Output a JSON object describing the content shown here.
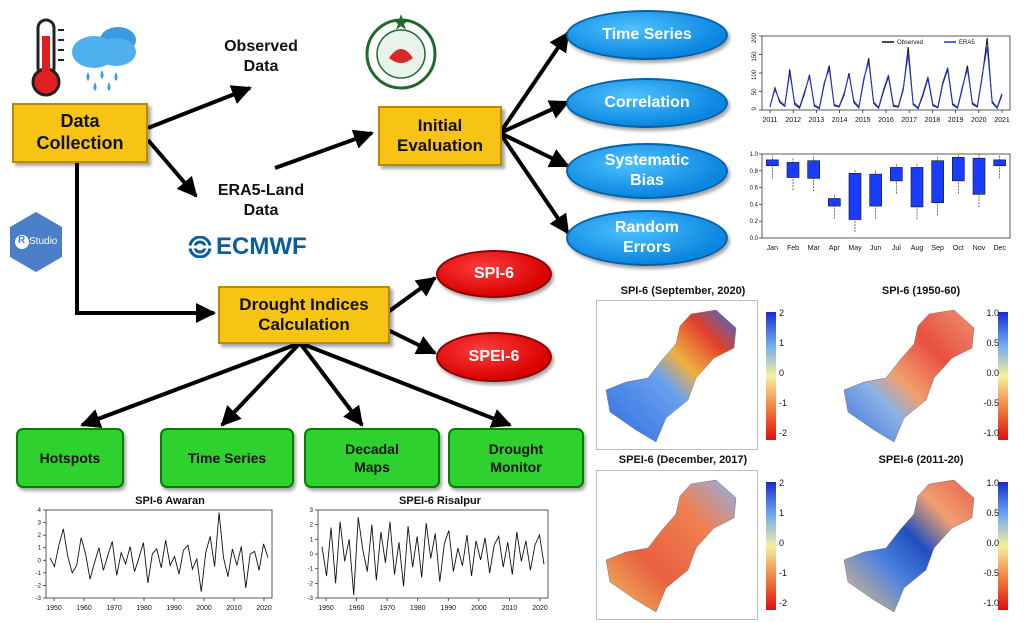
{
  "nodes": {
    "data_collection": "Data Collection",
    "observed": "Observed Data",
    "era5": "ERA5-Land Data",
    "initial": "Initial Evaluation",
    "drought": "Drought Indices Calculation",
    "time_series": "Time Series",
    "correlation": "Correlation",
    "systematic": "Systematic Bias",
    "random": "Random Errors",
    "spi6": "SPI-6",
    "spei6": "SPEI-6",
    "hotspots": "Hotspots",
    "ts_out": "Time Series",
    "decadal": "Decadal Maps",
    "monitor": "Drought Monitor"
  },
  "logos": {
    "ecmwf": "ECMWF",
    "rstudio_r": "R",
    "rstudio": "Studio"
  },
  "colors": {
    "yellow": "#f7c315",
    "green": "#1fa843",
    "blue": "#0a86e0",
    "red": "#d90000",
    "box_green": "#2fd12f"
  },
  "maps": [
    {
      "title": "SPI-6 (September, 2020)",
      "legend": [
        "2",
        "1",
        "0",
        "-1",
        "-2"
      ]
    },
    {
      "title": "SPI-6 (1950-60)",
      "legend": [
        "1.0",
        "0.5",
        "0.0",
        "-0.5",
        "-1.0"
      ]
    },
    {
      "title": "SPEI-6 (December, 2017)",
      "legend": [
        "2",
        "1",
        "0",
        "-1",
        "-2"
      ]
    },
    {
      "title": "SPEI-6 (2011-20)",
      "legend": [
        "1.0",
        "0.5",
        "0.0",
        "-0.5",
        "-1.0"
      ]
    }
  ],
  "chart_data": [
    {
      "type": "line",
      "legend": [
        "Observed",
        "ERA5"
      ],
      "x_ticks": [
        "2011",
        "2012",
        "2013",
        "2014",
        "2015",
        "2016",
        "2017",
        "2018",
        "2019",
        "2020",
        "2021"
      ],
      "y_ticks": [
        "0",
        "50",
        "100",
        "150",
        "200"
      ],
      "ylim": [
        0,
        200
      ],
      "series": [
        {
          "name": "Observed",
          "values": [
            8,
            60,
            20,
            10,
            110,
            15,
            5,
            45,
            95,
            10,
            4,
            70,
            120,
            12,
            8,
            40,
            100,
            20,
            6,
            80,
            140,
            18,
            5,
            50,
            90,
            10,
            8,
            55,
            170,
            15,
            4,
            40,
            85,
            12,
            6,
            70,
            110,
            14,
            5,
            60,
            120,
            16,
            8,
            90,
            195,
            20,
            5,
            40
          ]
        },
        {
          "name": "ERA5",
          "values": [
            10,
            55,
            25,
            12,
            100,
            20,
            8,
            50,
            90,
            14,
            6,
            75,
            110,
            15,
            10,
            45,
            95,
            25,
            8,
            85,
            130,
            22,
            7,
            55,
            95,
            14,
            10,
            60,
            150,
            18,
            6,
            45,
            90,
            15,
            8,
            75,
            115,
            18,
            7,
            65,
            110,
            20,
            10,
            95,
            170,
            24,
            7,
            45
          ]
        }
      ]
    },
    {
      "type": "bar",
      "categories": [
        "Jan",
        "Feb",
        "Mar",
        "Apr",
        "May",
        "Jun",
        "Jul",
        "Aug",
        "Sep",
        "Oct",
        "Nov",
        "Dec"
      ],
      "y_ticks": [
        "0.0",
        "0.2",
        "0.4",
        "0.6",
        "0.8",
        "1.0"
      ],
      "ylim": [
        0,
        1
      ],
      "series": [
        {
          "name": "q1",
          "values": [
            0.86,
            0.72,
            0.71,
            0.38,
            0.22,
            0.38,
            0.68,
            0.37,
            0.42,
            0.68,
            0.52,
            0.86
          ]
        },
        {
          "name": "q3",
          "values": [
            0.93,
            0.9,
            0.92,
            0.47,
            0.77,
            0.76,
            0.84,
            0.84,
            0.92,
            0.96,
            0.95,
            0.93
          ]
        }
      ]
    },
    {
      "type": "line",
      "title": "SPI-6 Awaran",
      "x_ticks": [
        "1950",
        "1960",
        "1970",
        "1980",
        "1990",
        "2000",
        "2010",
        "2020"
      ],
      "y_ticks": [
        "-3",
        "-2",
        "-1",
        "0",
        "1",
        "2",
        "3",
        "4"
      ],
      "ylim": [
        -3,
        4
      ],
      "series": [
        {
          "values": [
            0.2,
            -0.5,
            1.2,
            2.5,
            0.3,
            -1,
            -0.4,
            1.8,
            0.5,
            -1.5,
            -0.2,
            1,
            -0.8,
            0.4,
            1.5,
            -1.2,
            0.6,
            -0.3,
            1.1,
            -0.9,
            0.2,
            1.4,
            -1.8,
            0.5,
            0.9,
            -0.6,
            1.6,
            -0.4,
            0.3,
            -1.1,
            0.8,
            1.2,
            -0.7,
            0.1,
            -2.5,
            0.6,
            1.9,
            -0.5,
            3.8,
            0.2,
            -1.3,
            0.9,
            -0.4,
            1.1,
            -2.2,
            0.5,
            0.7,
            -0.8,
            1.3,
            0.2
          ]
        }
      ]
    },
    {
      "type": "line",
      "title": "SPEI-6 Risalpur",
      "x_ticks": [
        "1950",
        "1960",
        "1970",
        "1980",
        "1990",
        "2000",
        "2010",
        "2020"
      ],
      "y_ticks": [
        "-3",
        "-2",
        "-1",
        "0",
        "1",
        "2",
        "3"
      ],
      "ylim": [
        -3,
        3
      ],
      "series": [
        {
          "values": [
            0.5,
            -1.5,
            1.8,
            -2,
            2.2,
            -0.5,
            1,
            -2.8,
            2.5,
            0.3,
            -1.2,
            2,
            -1.8,
            1.5,
            -0.6,
            2.2,
            -1.4,
            0.8,
            -2.2,
            1.9,
            -0.9,
            1.2,
            -1.6,
            2.1,
            -0.3,
            1.4,
            -1.9,
            0.7,
            1.6,
            -1.2,
            0.4,
            -0.8,
            1.3,
            -1.5,
            0.9,
            -0.4,
            1.1,
            -1.3,
            0.6,
            1.2,
            -0.9,
            0.8,
            -1.4,
            1.5,
            -0.5,
            0.9,
            -1.1,
            0.6,
            1.3,
            -0.7
          ]
        }
      ]
    }
  ]
}
